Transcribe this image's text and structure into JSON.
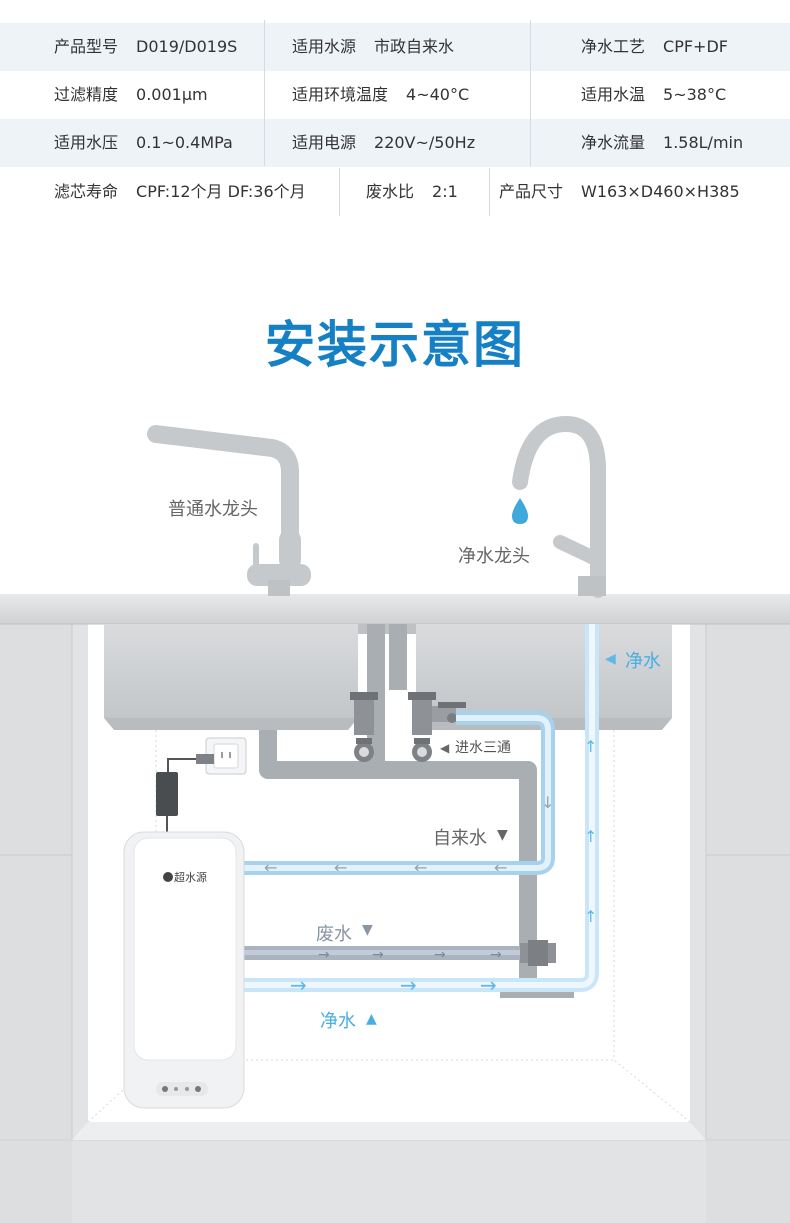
{
  "specs": {
    "rows": [
      [
        {
          "label": "产品型号",
          "value": "D019/D019S"
        },
        {
          "label": "适用水源",
          "value": "市政自来水"
        },
        {
          "label": "净水工艺",
          "value": "CPF+DF"
        }
      ],
      [
        {
          "label": "过滤精度",
          "value": "0.001μm"
        },
        {
          "label": "适用环境温度",
          "value": "4~40°C"
        },
        {
          "label": "适用水温",
          "value": "5~38°C"
        }
      ],
      [
        {
          "label": "适用水压",
          "value": "0.1~0.4MPa"
        },
        {
          "label": "适用电源",
          "value": "220V~/50Hz"
        },
        {
          "label": "净水流量",
          "value": "1.58L/min"
        }
      ],
      [
        {
          "label": "滤芯寿命",
          "value": "CPF:12个月 DF:36个月"
        },
        {
          "label": "废水比",
          "value": "2:1"
        },
        {
          "label": "产品尺寸",
          "value": "W163×D460×H385"
        }
      ]
    ]
  },
  "title": "安装示意图",
  "diagram": {
    "labels": {
      "normal_faucet": "普通水龙头",
      "pure_faucet": "净水龙头",
      "pure_water_top": "净水",
      "inlet_tee": "进水三通",
      "tap_water": "自来水",
      "waste_water": "废水",
      "pure_water_bottom": "净水",
      "brand": "超水源"
    },
    "colors": {
      "title_blue": "#1680c4",
      "pipe_blue": "#9fd0ef",
      "pipe_light": "#d7ecf9",
      "pipe_gray": "#a8aeb4",
      "faucet_gray": "#c6c9cc",
      "cabinet_gray": "#e0e2e4",
      "label_blue": "#4aaee0"
    }
  }
}
